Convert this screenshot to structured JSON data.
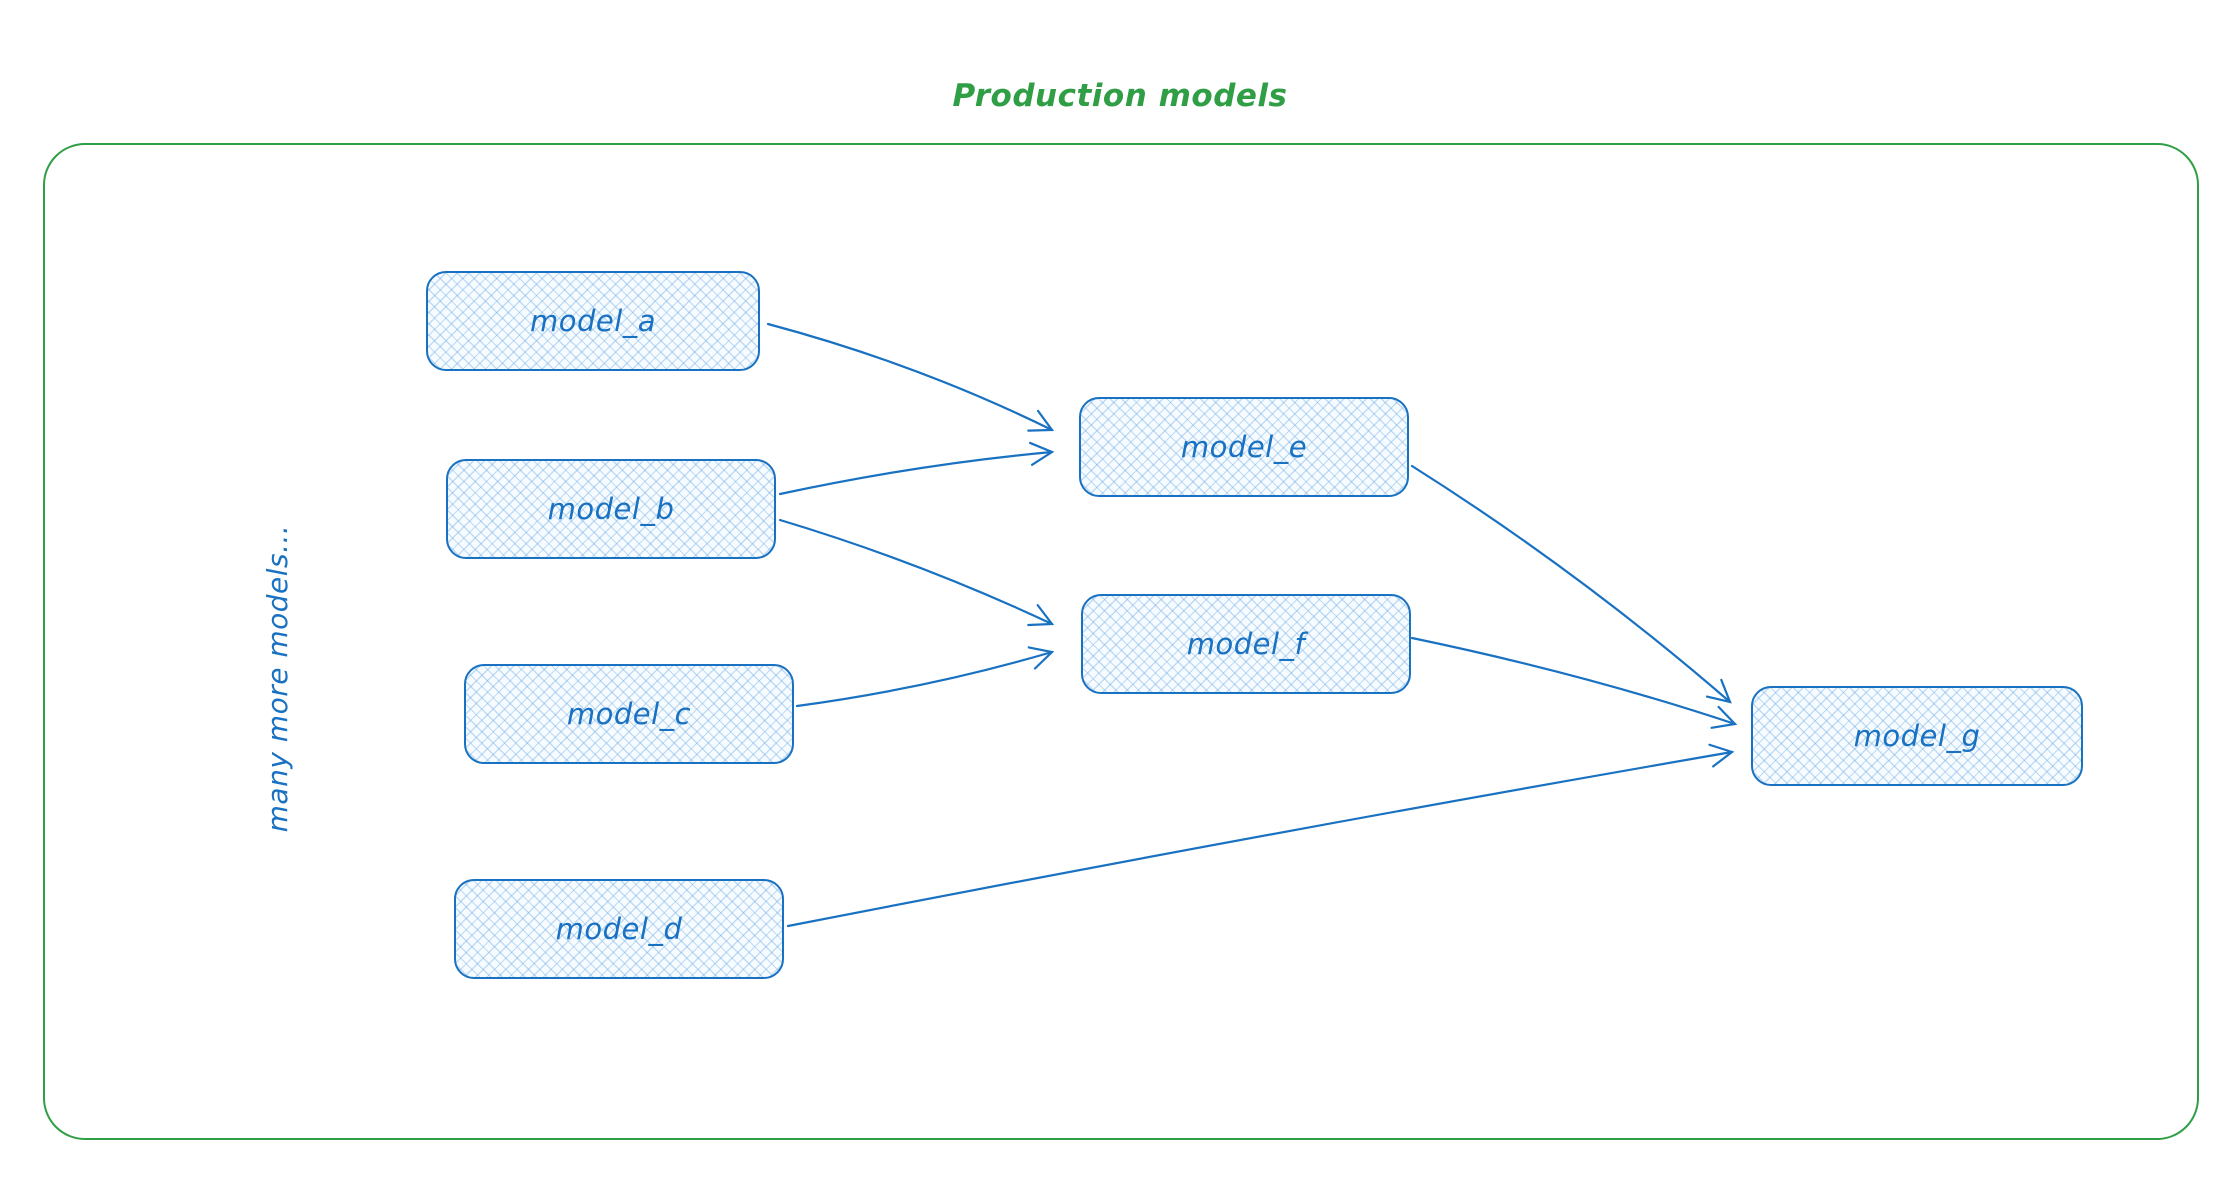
{
  "title": "Production models",
  "side_label": "many more models...",
  "nodes": [
    {
      "id": "model_a",
      "label": "model_a"
    },
    {
      "id": "model_b",
      "label": "model_b"
    },
    {
      "id": "model_c",
      "label": "model_c"
    },
    {
      "id": "model_d",
      "label": "model_d"
    },
    {
      "id": "model_e",
      "label": "model_e"
    },
    {
      "id": "model_f",
      "label": "model_f"
    },
    {
      "id": "model_g",
      "label": "model_g"
    }
  ],
  "edges": [
    {
      "from": "model_a",
      "to": "model_e"
    },
    {
      "from": "model_b",
      "to": "model_e"
    },
    {
      "from": "model_b",
      "to": "model_f"
    },
    {
      "from": "model_c",
      "to": "model_f"
    },
    {
      "from": "model_e",
      "to": "model_g"
    },
    {
      "from": "model_f",
      "to": "model_g"
    },
    {
      "from": "model_d",
      "to": "model_g"
    }
  ],
  "colors": {
    "accent_green": "#2f9e44",
    "accent_blue": "#1971c2",
    "node_fill": "#f6fbff"
  }
}
